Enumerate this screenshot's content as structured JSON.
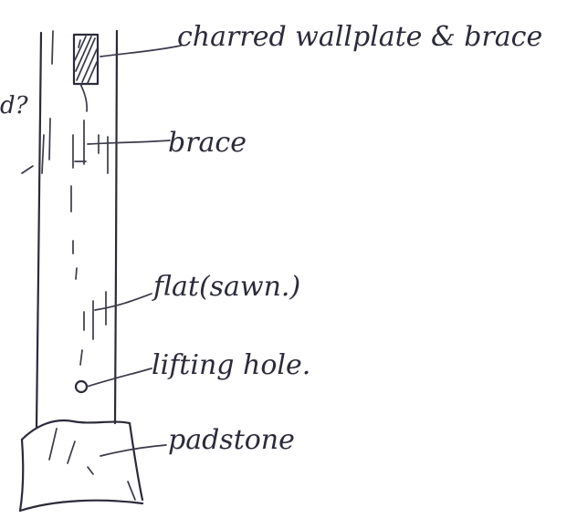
{
  "labels": {
    "wallplate": "charred wallplate & brace",
    "brace": "brace",
    "flat": "flat(sawn.)",
    "lifting_hole": "lifting hole.",
    "padstone": "padstone",
    "margin_note": "d?"
  }
}
